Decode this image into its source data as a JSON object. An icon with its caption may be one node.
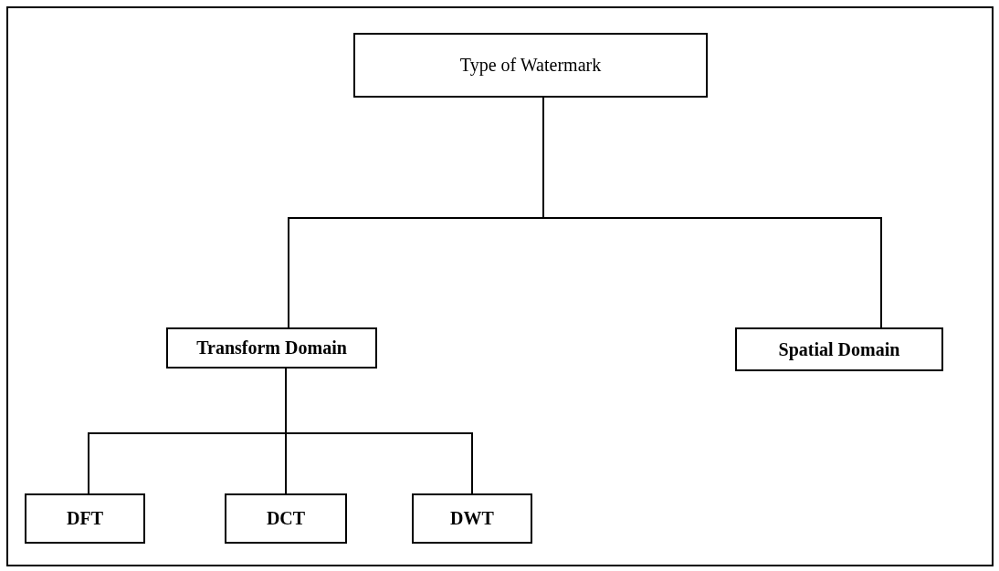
{
  "diagram": {
    "nodes": [
      {
        "text": [
          "Type of Watermark"
        ]
      },
      {
        "text": [
          "Transform Domain"
        ]
      },
      {
        "text": [
          "Spatial Domain"
        ]
      },
      {
        "text": [
          "DFT"
        ]
      },
      {
        "text": [
          "DCT"
        ]
      },
      {
        "text": [
          "DWT"
        ]
      }
    ],
    "edges": [
      {
        "from": 0,
        "to": 1,
        "arrow": "none"
      },
      {
        "from": 0,
        "to": 2,
        "arrow": "none"
      },
      {
        "from": 1,
        "to": 3,
        "arrow": "none"
      },
      {
        "from": 1,
        "to": 4,
        "arrow": "none"
      },
      {
        "from": 1,
        "to": 5,
        "arrow": "none"
      }
    ]
  }
}
